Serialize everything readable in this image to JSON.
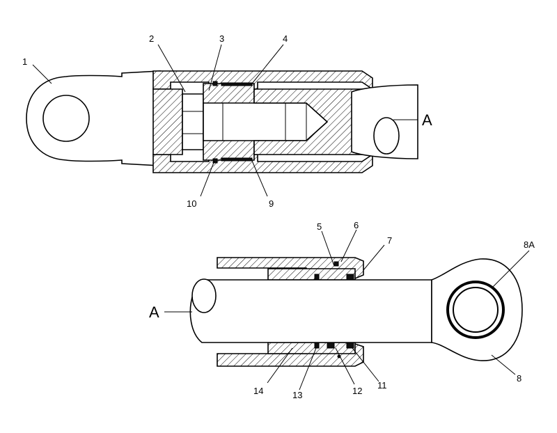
{
  "section_marker": "A",
  "top_view": {
    "callouts": {
      "c1": "1",
      "c2": "2",
      "c3": "3",
      "c4": "4",
      "c9": "9",
      "c10": "10"
    }
  },
  "bottom_view": {
    "callouts": {
      "c5": "5",
      "c6": "6",
      "c7": "7",
      "c8a": "8A",
      "c8": "8",
      "c11": "11",
      "c12": "12",
      "c13": "13",
      "c14": "14"
    }
  }
}
